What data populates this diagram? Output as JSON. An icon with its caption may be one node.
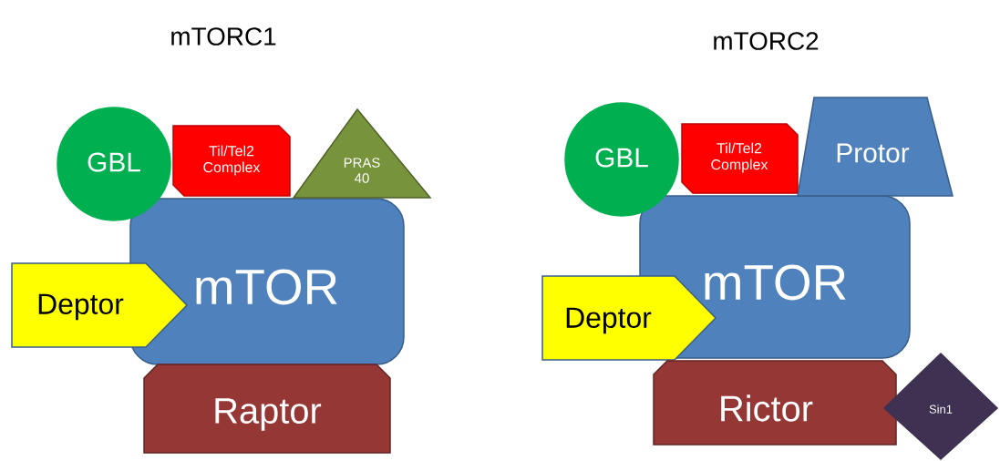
{
  "diagram": {
    "nodes": [
      {
        "text": [
          "GBL"
        ]
      },
      {
        "text": [
          "Til/Tel2 Complex"
        ]
      },
      {
        "text": [
          "PRAS 40"
        ]
      },
      {
        "text": [
          "mTOR"
        ]
      },
      {
        "text": [
          "Deptor"
        ]
      },
      {
        "text": [
          "Raptor"
        ]
      },
      {
        "text": [
          "GBL"
        ]
      },
      {
        "text": [
          "Til/Tel2 Complex"
        ]
      },
      {
        "text": [
          "Protor"
        ]
      },
      {
        "text": [
          "mTOR"
        ]
      },
      {
        "text": [
          "Deptor"
        ]
      },
      {
        "text": [
          "Rictor"
        ]
      },
      {
        "text": [
          "Sin1"
        ]
      }
    ],
    "labels": [
      "mTORC1",
      "mTORC2"
    ]
  }
}
